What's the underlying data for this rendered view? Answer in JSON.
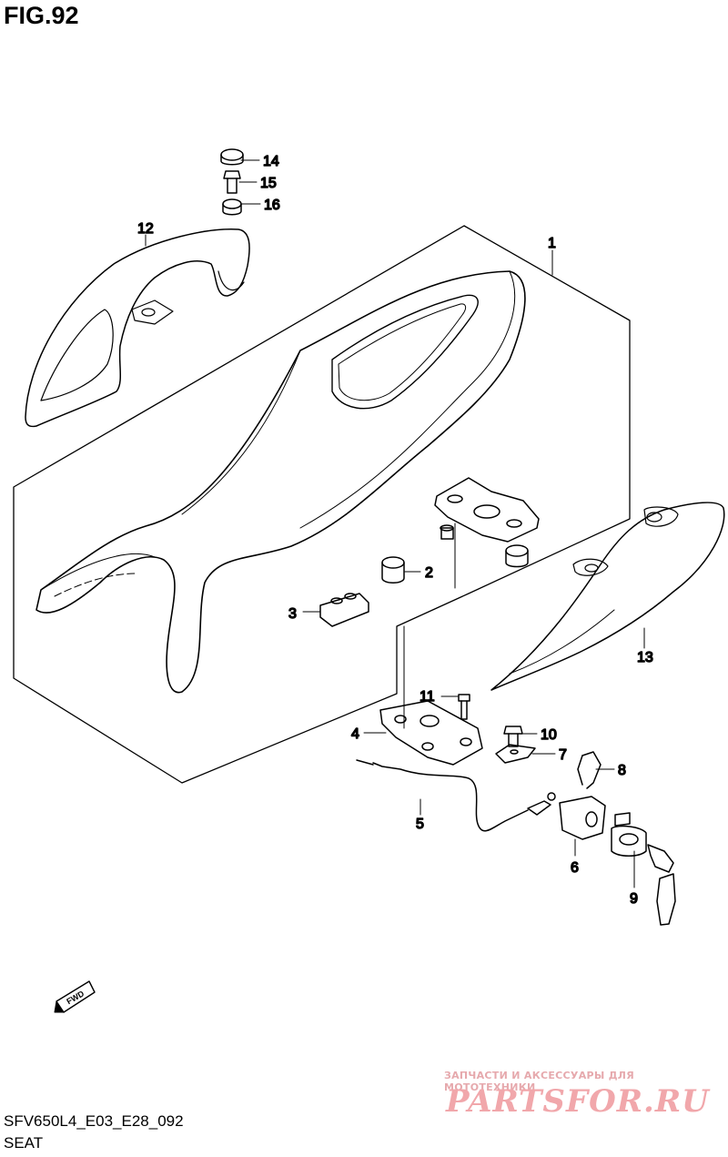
{
  "figure": {
    "title": "FIG.92"
  },
  "footer": {
    "model_code": "SFV650L4_E03_E28_092",
    "section": "SEAT"
  },
  "watermark": {
    "tagline": "ЗАПЧАСТИ И АКСЕССУАРЫ ДЛЯ МОТОТЕХНИКИ",
    "logo": "PARTSFOR.RU"
  },
  "direction_badge": {
    "text": "FWD",
    "icon": "forward-arrow-icon"
  },
  "callouts": [
    {
      "id": "1",
      "label": "1"
    },
    {
      "id": "2",
      "label": "2"
    },
    {
      "id": "3",
      "label": "3"
    },
    {
      "id": "4",
      "label": "4"
    },
    {
      "id": "5",
      "label": "5"
    },
    {
      "id": "6",
      "label": "6"
    },
    {
      "id": "7",
      "label": "7"
    },
    {
      "id": "8",
      "label": "8"
    },
    {
      "id": "9",
      "label": "9"
    },
    {
      "id": "10",
      "label": "10"
    },
    {
      "id": "11",
      "label": "11"
    },
    {
      "id": "12",
      "label": "12"
    },
    {
      "id": "13",
      "label": "13"
    },
    {
      "id": "14",
      "label": "14"
    },
    {
      "id": "15",
      "label": "15"
    },
    {
      "id": "16",
      "label": "16"
    }
  ]
}
